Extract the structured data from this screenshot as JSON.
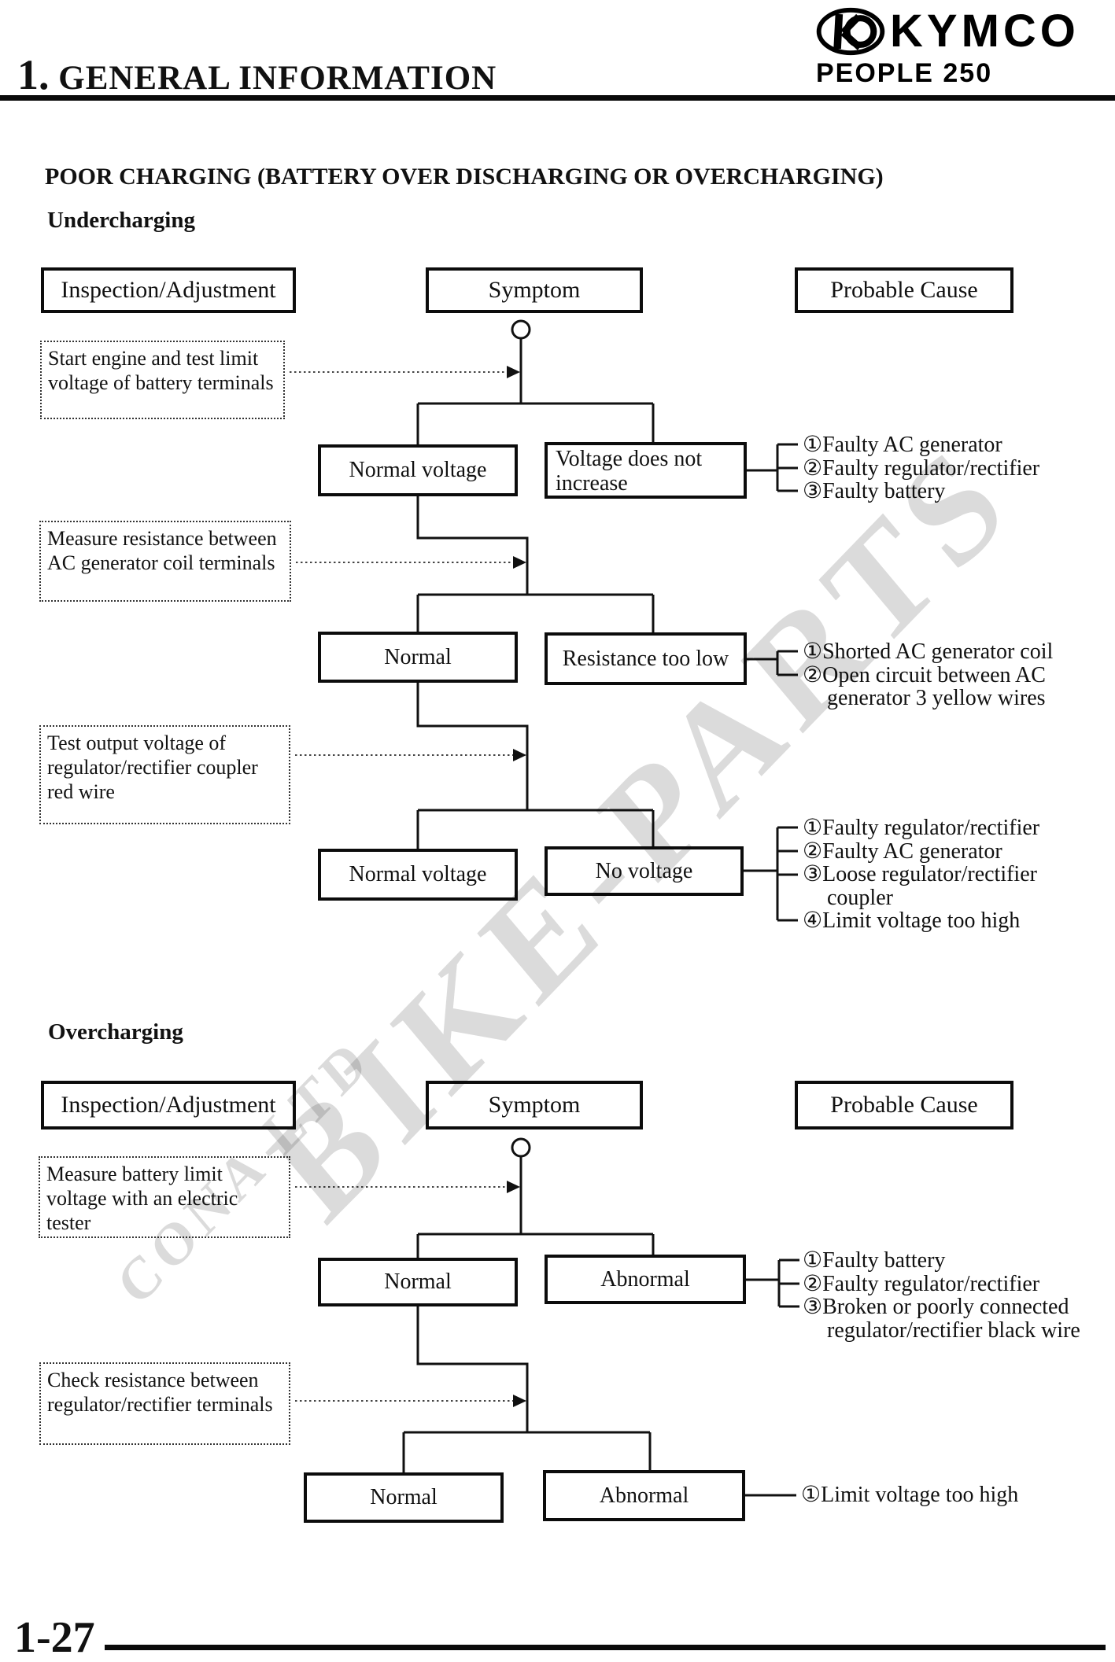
{
  "header": {
    "brand": "KYMCO",
    "model": "PEOPLE 250",
    "chapter_number": "1.",
    "chapter_title": " GENERAL INFORMATION"
  },
  "page": {
    "section_title": "POOR CHARGING (BATTERY OVER DISCHARGING OR OVERCHARGING)",
    "page_number": "1-27",
    "watermark_line1": "BIKE-PARTS",
    "watermark_line2": "CONA LTD"
  },
  "columns": {
    "inspection": "Inspection/Adjustment",
    "symptom": "Symptom",
    "cause": "Probable Cause"
  },
  "undercharging": {
    "heading": "Undercharging",
    "steps": [
      {
        "inspection": "Start engine and test limit voltage of battery terminals",
        "left": "Normal voltage",
        "right": "Voltage does not increase",
        "causes": [
          "①Faulty AC generator",
          "②Faulty regulator/rectifier",
          "③Faulty battery"
        ]
      },
      {
        "inspection": "Measure resistance between AC generator coil terminals",
        "left": "Normal",
        "right": "Resistance too low",
        "causes": [
          "①Shorted AC generator coil",
          "②Open circuit between AC generator 3 yellow wires"
        ]
      },
      {
        "inspection": "Test output voltage of regulator/rectifier coupler red wire",
        "left": "Normal voltage",
        "right": "No voltage",
        "causes": [
          "①Faulty regulator/rectifier",
          "②Faulty AC generator",
          "③Loose regulator/rectifier coupler",
          "④Limit voltage too high"
        ]
      }
    ]
  },
  "overcharging": {
    "heading": "Overcharging",
    "steps": [
      {
        "inspection": "Measure battery limit voltage with an electric tester",
        "left": "Normal",
        "right": "Abnormal",
        "causes": [
          "①Faulty battery",
          "②Faulty regulator/rectifier",
          "③Broken or poorly connected regulator/rectifier black wire"
        ]
      },
      {
        "inspection": "Check resistance between regulator/rectifier terminals",
        "left": "Normal",
        "right": "Abnormal",
        "causes": [
          "①Limit voltage too high"
        ]
      }
    ]
  }
}
